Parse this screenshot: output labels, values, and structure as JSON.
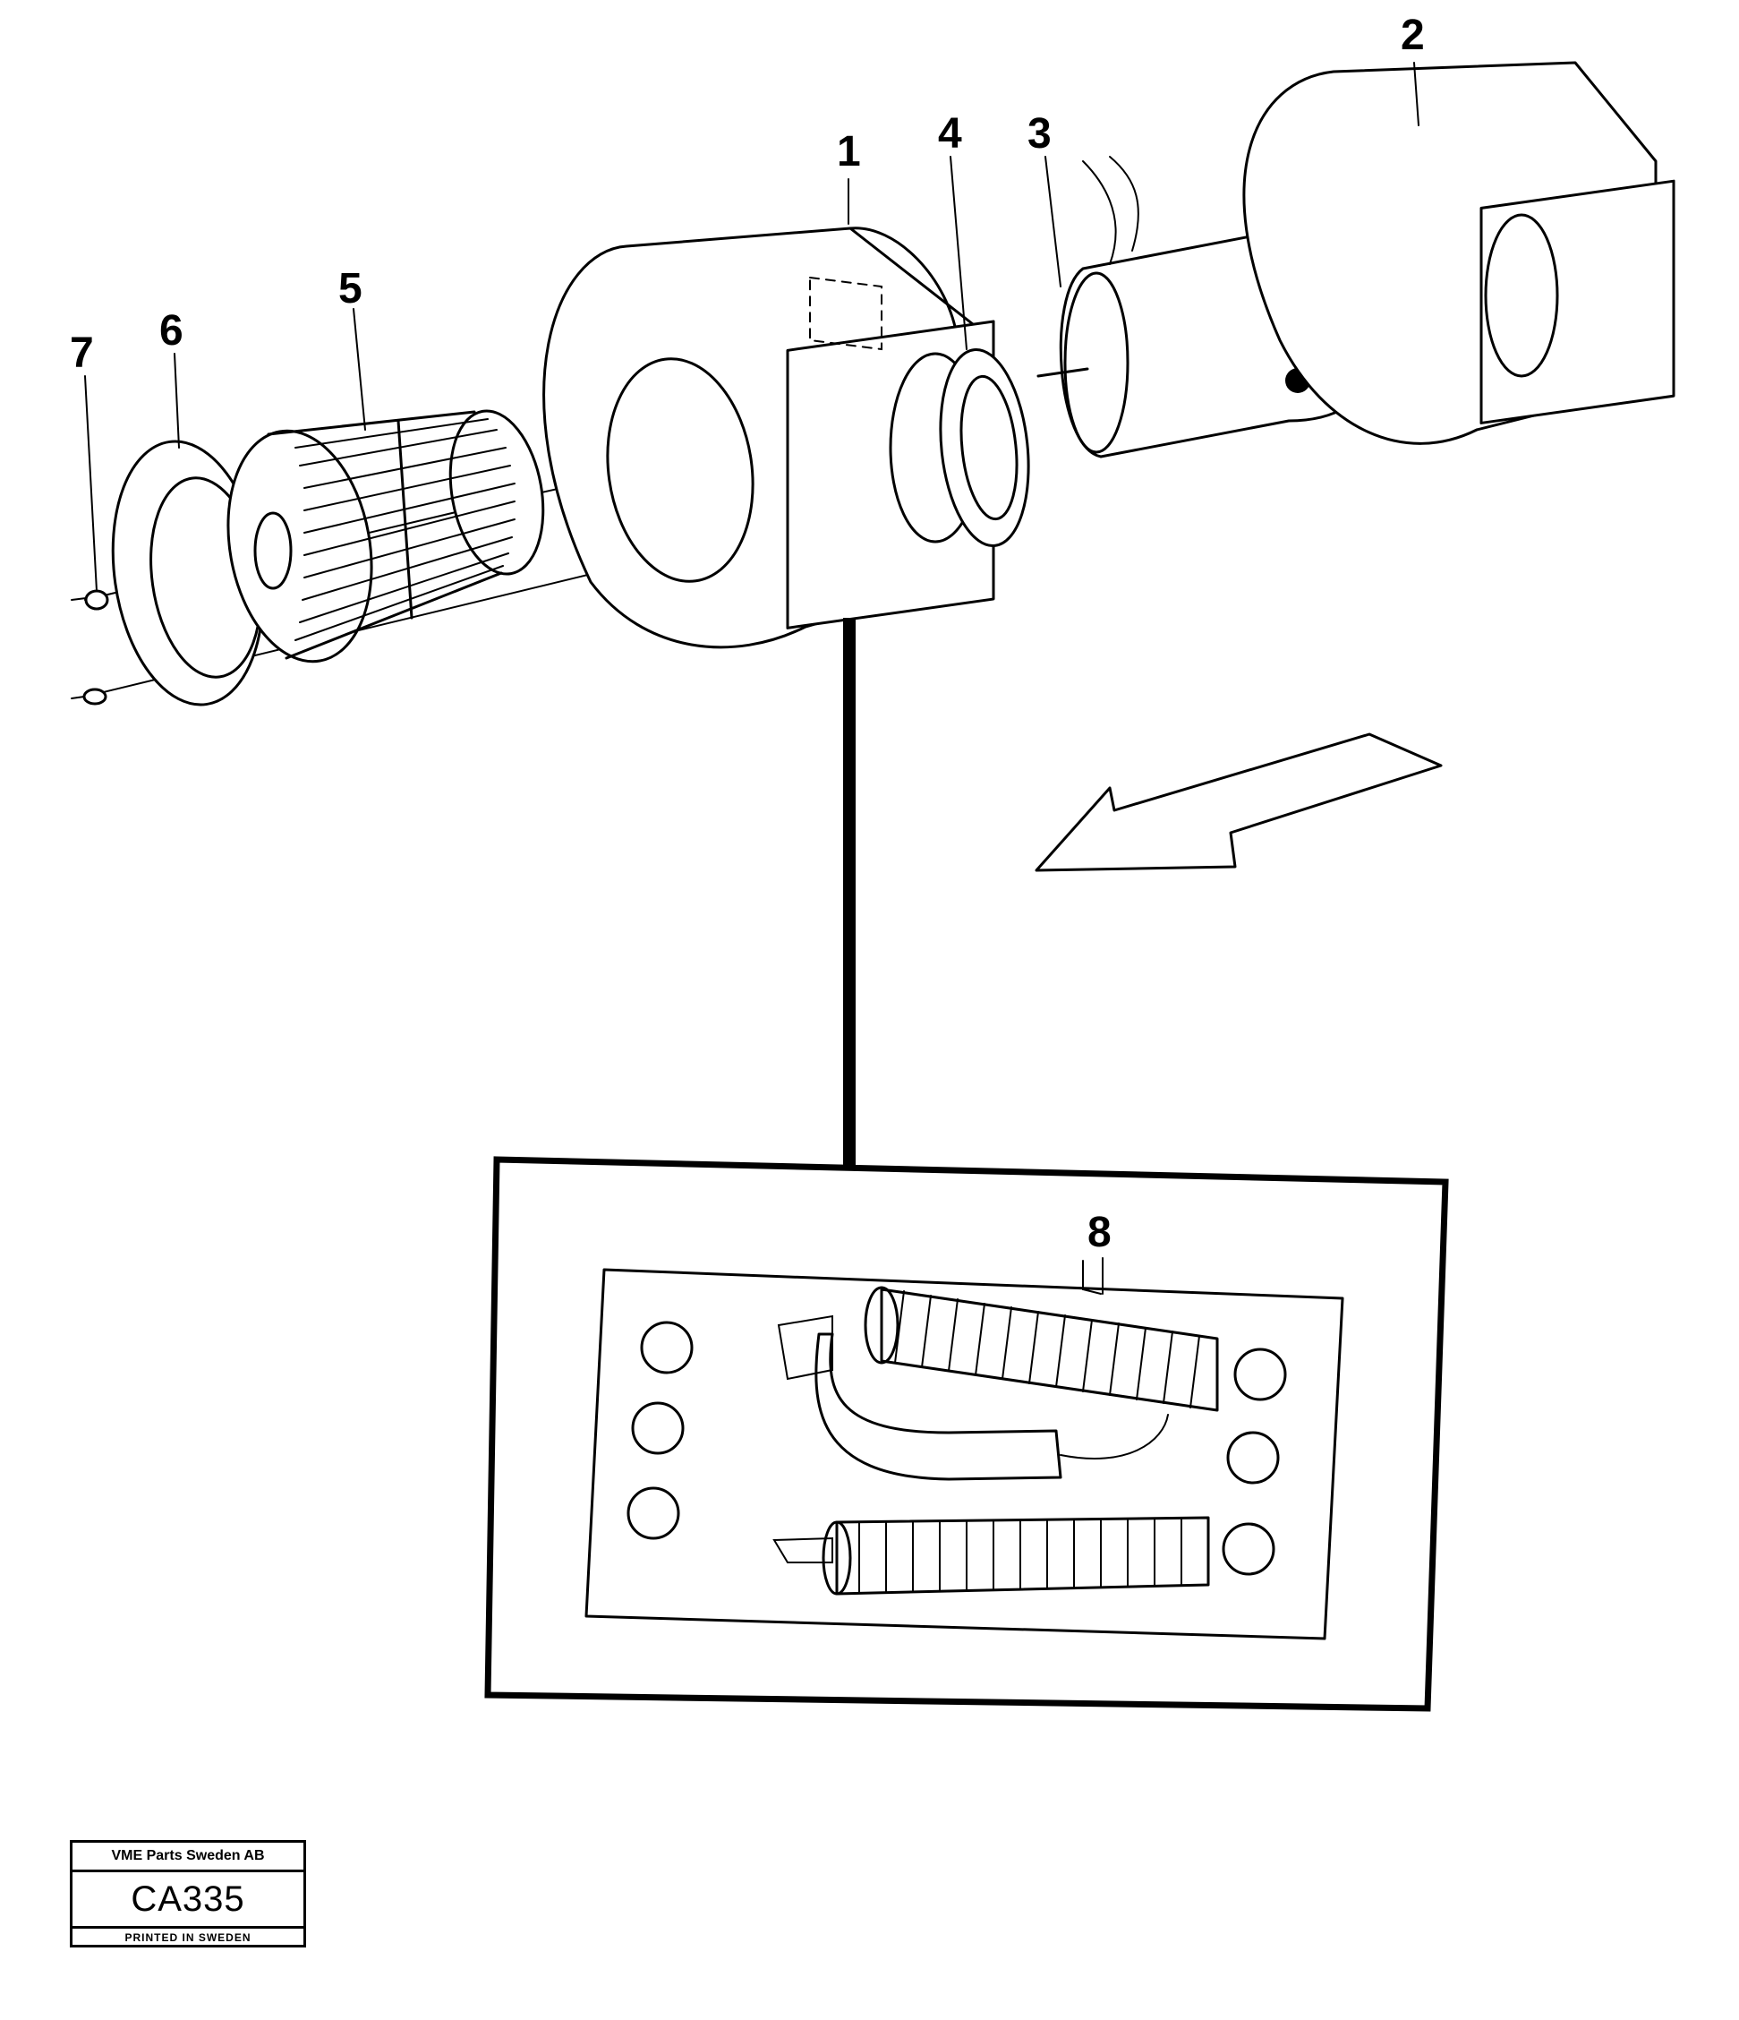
{
  "callouts": {
    "part_1": "1",
    "part_2": "2",
    "part_3": "3",
    "part_4": "4",
    "part_5": "5",
    "part_6": "6",
    "part_7": "7",
    "part_8": "8"
  },
  "title_block": {
    "company": "VME Parts Sweden AB",
    "code": "CA335",
    "printed": "PRINTED IN SWEDEN"
  },
  "icons": {
    "direction_arrow": "arrow-down-left-icon"
  }
}
